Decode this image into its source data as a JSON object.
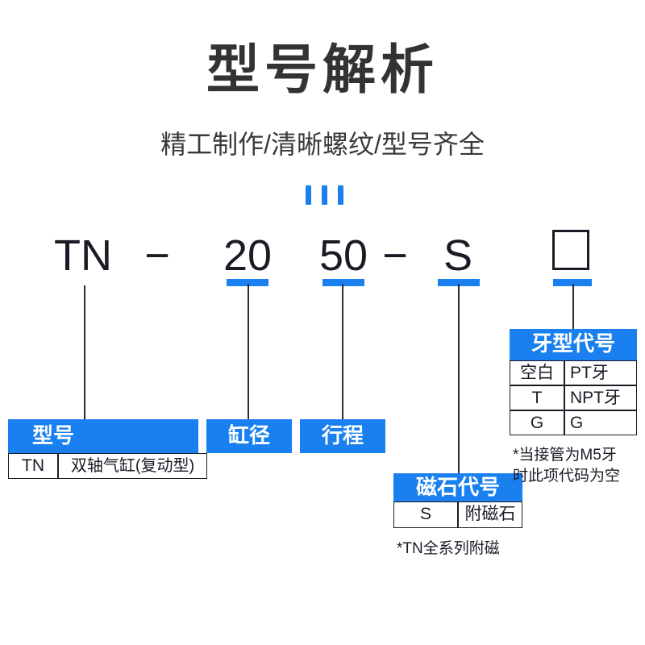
{
  "header": {
    "title": "型号解析",
    "subtitle": "精工制作/清晰螺纹/型号齐全"
  },
  "model_code": {
    "tokens": [
      {
        "text": "TN",
        "underlined": false
      },
      {
        "text": "−",
        "underlined": false
      },
      {
        "text": "20",
        "underlined": true
      },
      {
        "text": "50",
        "underlined": true
      },
      {
        "text": "−",
        "underlined": false
      },
      {
        "text": "S",
        "underlined": true
      },
      {
        "text": "",
        "underlined": true
      }
    ],
    "blank_box_label": ""
  },
  "callouts": {
    "model": {
      "header": "型号",
      "rows": [
        {
          "code": "TN",
          "desc": "双轴气缸(复动型)"
        }
      ]
    },
    "bore": {
      "header": "缸径"
    },
    "stroke": {
      "header": "行程"
    },
    "magnet": {
      "header": "磁石代号",
      "rows": [
        {
          "code": "S",
          "desc": "附磁石"
        }
      ],
      "note": "*TN全系列附磁"
    },
    "thread": {
      "header": "牙型代号",
      "rows": [
        {
          "code": "空白",
          "desc": "PT牙"
        },
        {
          "code": "T",
          "desc": "NPT牙"
        },
        {
          "code": "G",
          "desc": "G"
        }
      ],
      "note_line1": "*当接管为M5牙",
      "note_line2": "时此项代码为空"
    }
  },
  "colors": {
    "accent_blue": "#1a80f0",
    "text_dark": "#1b1b26",
    "title_gray": "#333333",
    "background": "#ffffff"
  }
}
